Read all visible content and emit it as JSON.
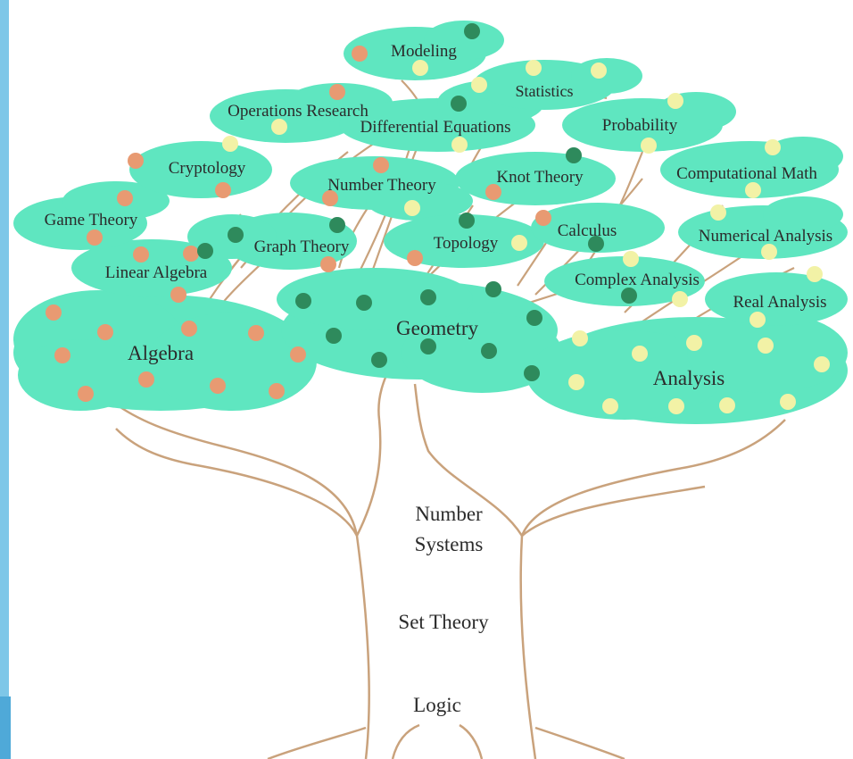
{
  "colors": {
    "foliage": "#5fe6c0",
    "branch": "#c9a27c",
    "fruit_algebra": "#e89a72",
    "fruit_geometry": "#2e8a5c",
    "fruit_analysis": "#f2f2a6",
    "left_bar": "#7ec7e8",
    "text": "#2b2b2b"
  },
  "trunk": {
    "number_systems_line1": "Number",
    "number_systems_line2": "Systems",
    "set_theory": "Set Theory",
    "logic": "Logic"
  },
  "roots": {
    "algebra": "Algebra",
    "geometry": "Geometry",
    "analysis": "Analysis"
  },
  "branches": {
    "modeling": "Modeling",
    "statistics": "Statistics",
    "operations_research": "Operations Research",
    "differential_equations": "Differential Equations",
    "probability": "Probability",
    "cryptology": "Cryptology",
    "number_theory": "Number Theory",
    "knot_theory": "Knot Theory",
    "computational_math": "Computational Math",
    "game_theory": "Game Theory",
    "graph_theory": "Graph Theory",
    "topology": "Topology",
    "calculus": "Calculus",
    "numerical_analysis": "Numerical Analysis",
    "linear_algebra": "Linear Algebra",
    "complex_analysis": "Complex Analysis",
    "real_analysis": "Real Analysis"
  }
}
